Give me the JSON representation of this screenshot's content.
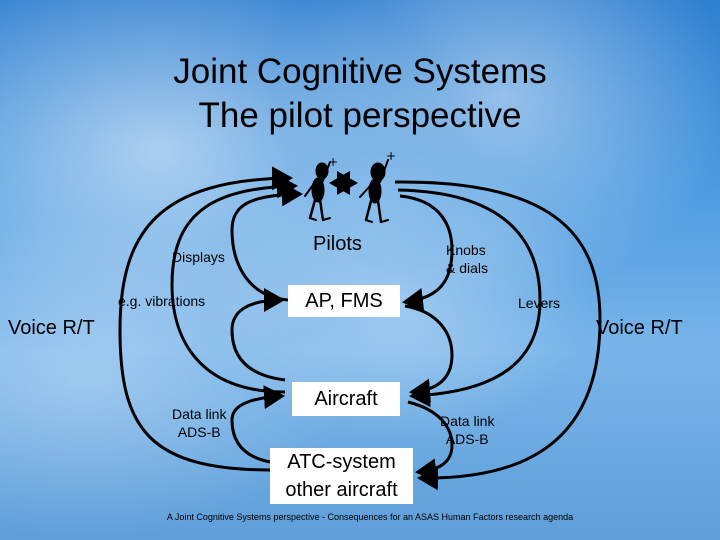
{
  "title": {
    "line1": "Joint Cognitive Systems",
    "line2": "The pilot perspective"
  },
  "nodes": {
    "pilots": "Pilots",
    "ap_fms": "AP, FMS",
    "aircraft": "Aircraft",
    "atc_line1": "ATC-system",
    "atc_line2": "other aircraft"
  },
  "labels": {
    "displays": "Displays",
    "vibrations": "e.g. vibrations",
    "voice_left": "Voice R/T",
    "voice_right": "Voice R/T",
    "knobs_line1": "Knobs",
    "knobs_line2": "& dials",
    "levers": "Levers",
    "datalink_left_line1": "Data link",
    "datalink_left_line2": "ADS-B",
    "datalink_right_line1": "Data link",
    "datalink_right_line2": "ADS-B"
  },
  "footer": "A Joint Cognitive Systems perspective - Consequences for an ASAS Human Factors research agenda"
}
